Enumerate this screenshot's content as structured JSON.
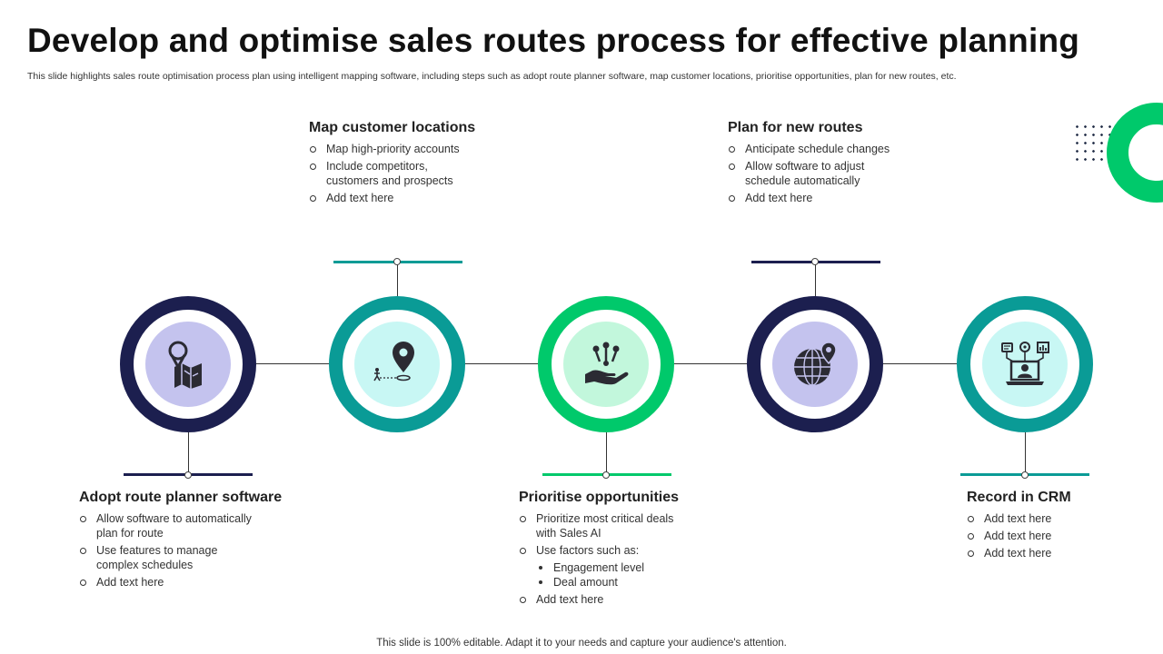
{
  "title": "Develop and optimise sales routes process for effective planning",
  "subtitle": "This slide highlights sales route optimisation process plan using intelligent mapping software, including steps such as adopt route planner software, map customer locations, prioritise opportunities, plan for new routes, etc.",
  "footer": "This slide is 100% editable. Adapt it to your needs and capture your audience's attention.",
  "colors": {
    "navy": "#1c1f4f",
    "teal": "#0a9b96",
    "green": "#00c96b",
    "lavender": "#c4c3ee",
    "aqua": "#c8f7f4",
    "mint": "#c2f7dc"
  },
  "steps": [
    {
      "heading": "Adopt route planner software",
      "icon": "map-pin-icon",
      "items": [
        "Allow software to automatically plan for route",
        "Use features to manage complex schedules",
        "Add text here"
      ]
    },
    {
      "heading": "Map customer locations",
      "icon": "location-route-icon",
      "items": [
        "Map high-priority  accounts",
        "Include competitors, customers and prospects",
        "Add text here"
      ]
    },
    {
      "heading": "Prioritise opportunities",
      "icon": "hand-keys-icon",
      "items": [
        "Prioritize most critical deals with Sales AI",
        "Use factors such as:",
        "Add text here"
      ],
      "subitems": [
        "Engagement level",
        "Deal amount"
      ]
    },
    {
      "heading": "Plan for new routes",
      "icon": "globe-pin-icon",
      "items": [
        "Anticipate schedule changes",
        "Allow software to adjust schedule automatically",
        "Add text here"
      ]
    },
    {
      "heading": "Record in CRM",
      "icon": "crm-laptop-icon",
      "items": [
        "Add text here",
        "Add text here",
        "Add text here"
      ]
    }
  ]
}
